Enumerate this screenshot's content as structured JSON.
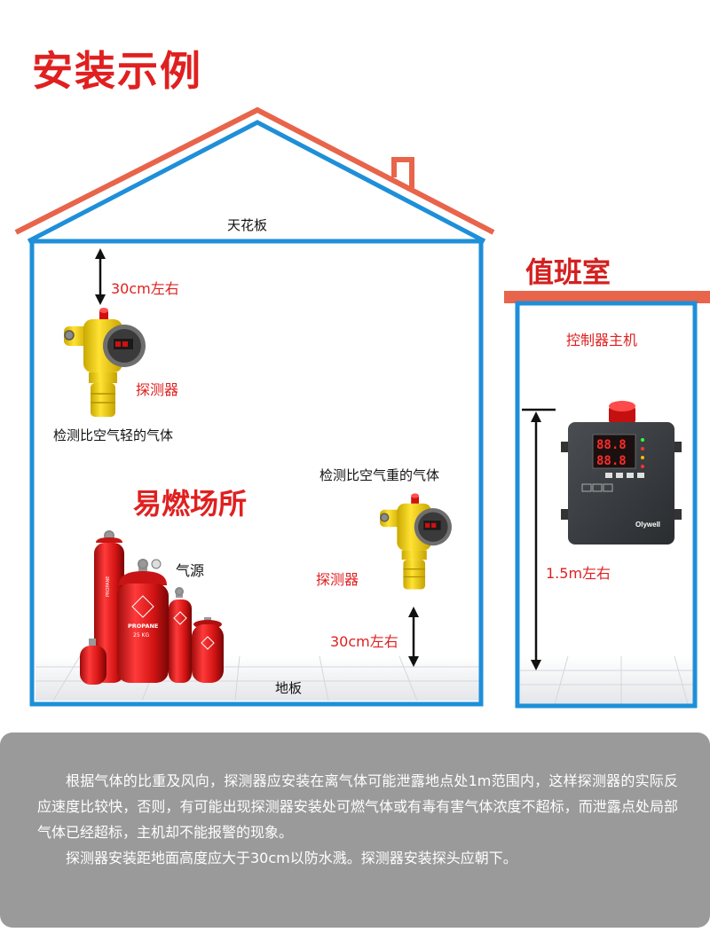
{
  "title": "安装示例",
  "house": {
    "ceiling": "天花板",
    "floor": "地板",
    "place": "易燃场所",
    "distance_top": "30cm左右",
    "distance_bottom": "30cm左右",
    "light_gas": "检测比空气轻的气体",
    "heavy_gas": "检测比空气重的气体",
    "detector_1": "探测器",
    "detector_2": "探测器",
    "gas_source": "气源",
    "cylinder_text": "PROPANE",
    "cylinder_weight": "25 KG"
  },
  "duty_room": {
    "title": "值班室",
    "controller": "控制器主机",
    "height": "1.5m左右",
    "brand": "Olywell",
    "display_digits": "88.8"
  },
  "notes": {
    "p1": "根据气体的比重及风向，探测器应安装在离气体可能泄露地点处1m范围内，这样探测器的实际反应速度比较快，否则，有可能出现探测器安装处可燃气体或有毒有害气体浓度不超标，而泄露点处局部气体已经超标，主机却不能报警的现象。",
    "p2": "探测器安装距地面高度应大于30cm以防水溅。探测器安装探头应朝下。"
  },
  "colors": {
    "accent_red": "#e02020",
    "roof_orange": "#e8644a",
    "wall_blue": "#1e8fd8",
    "detector_yellow": "#f2d21a",
    "panel_gray": "#9a9a9a"
  }
}
